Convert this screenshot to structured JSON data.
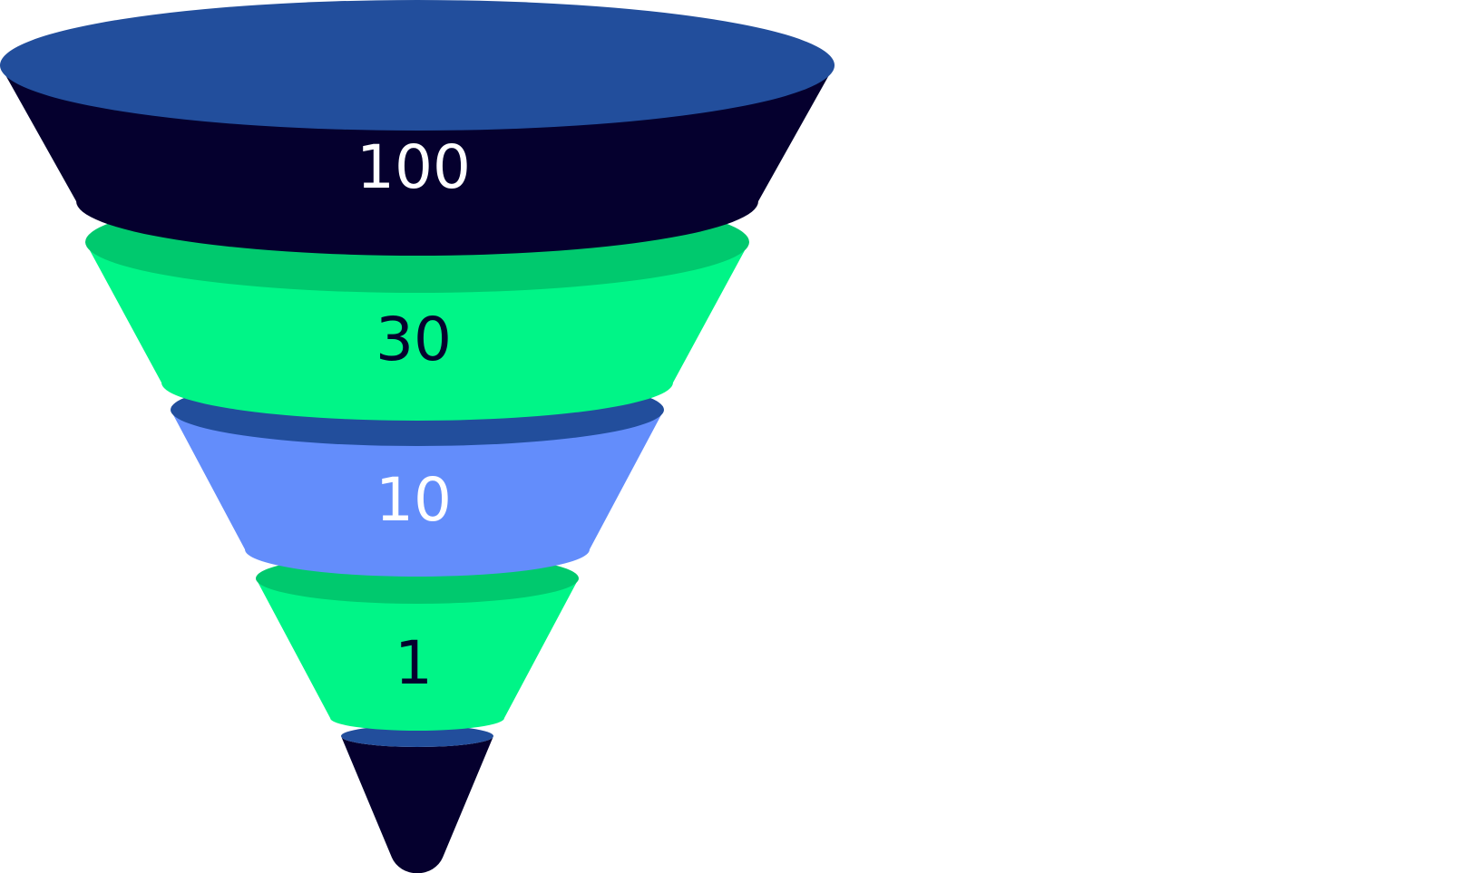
{
  "chart_data": {
    "type": "funnel",
    "stages": [
      {
        "value": 100,
        "label": "100",
        "fill": "#05002E",
        "rim": "#224E9C",
        "label_color": "#FFFFFF"
      },
      {
        "value": 30,
        "label": "30",
        "fill": "#00F587",
        "rim": "#00C96E",
        "label_color": "#05002E"
      },
      {
        "value": 10,
        "label": "10",
        "fill": "#638DFB",
        "rim": "#224E9C",
        "label_color": "#FFFFFF"
      },
      {
        "value": 1,
        "label": "1",
        "fill": "#00F587",
        "rim": "#00C96E",
        "label_color": "#05002E"
      }
    ],
    "tip": {
      "fill": "#05002E",
      "rim": "#224E9C"
    }
  }
}
